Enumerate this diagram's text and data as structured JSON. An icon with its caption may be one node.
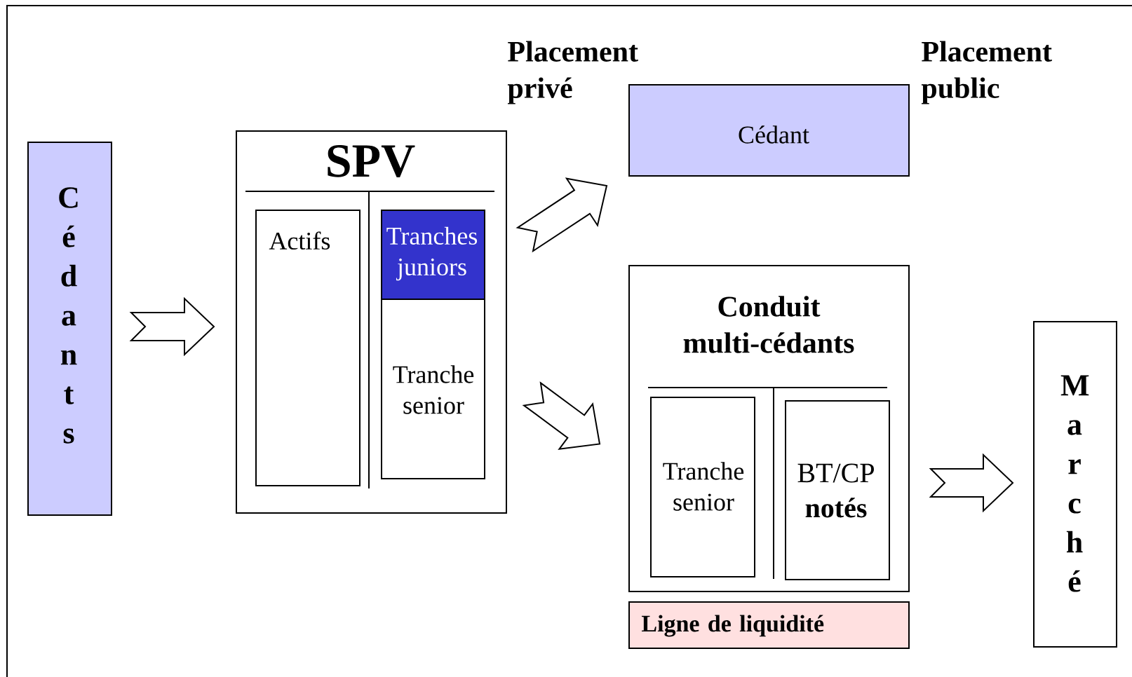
{
  "diagram": {
    "nodes": [
      {
        "text": [
          "Cédants"
        ]
      },
      {
        "text": [
          "SPV"
        ]
      },
      {
        "text": [
          "Actifs"
        ],
        "in": 1
      },
      {
        "text": [
          "Tranches juniors"
        ],
        "in": 1
      },
      {
        "text": [
          "Tranche senior"
        ],
        "in": 1
      },
      {
        "text": [
          "Cédant"
        ]
      },
      {
        "text": [
          "Conduit multi-cédants"
        ]
      },
      {
        "text": [
          "Tranche senior"
        ],
        "in": 6
      },
      {
        "text": [
          "BT/CP **notés**"
        ],
        "in": 6
      },
      {
        "text": [
          "Ligne de liquidité"
        ]
      },
      {
        "text": [
          "Marché"
        ]
      }
    ],
    "edges": [
      {
        "from": 0,
        "to": 1,
        "arrow": "to"
      },
      {
        "from": 1,
        "to": 5,
        "arrow": "to"
      },
      {
        "from": 1,
        "to": 6,
        "arrow": "to"
      },
      {
        "from": 6,
        "to": 10,
        "arrow": "to"
      }
    ],
    "labels": [
      "Placement privé",
      "Placement public"
    ]
  }
}
